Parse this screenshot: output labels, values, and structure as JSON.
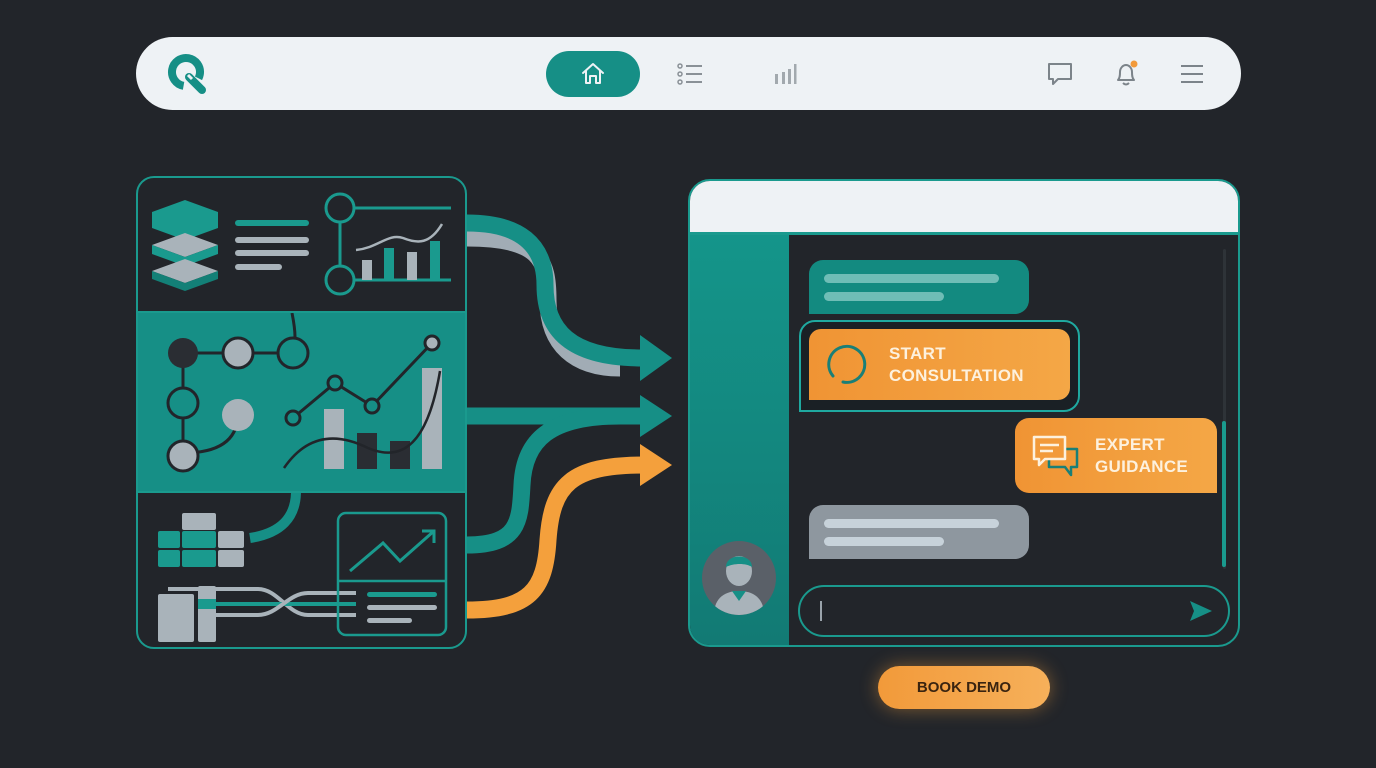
{
  "topbar": {
    "logo": "q-search-logo",
    "nav": [
      {
        "id": "home",
        "icon": "home-icon",
        "active": true
      },
      {
        "id": "list",
        "icon": "list-icon",
        "active": false
      },
      {
        "id": "analytics",
        "icon": "bar-chart-icon",
        "active": false
      }
    ],
    "actions": [
      {
        "id": "messages",
        "icon": "chat-bubble-icon"
      },
      {
        "id": "notifications",
        "icon": "bell-icon",
        "badge": true
      },
      {
        "id": "menu",
        "icon": "hamburger-menu-icon"
      }
    ]
  },
  "chat": {
    "start_consultation": {
      "line1": "START",
      "line2": "CONSULTATION",
      "icon": "spinner-icon"
    },
    "expert_guidance": {
      "line1": "EXPERT",
      "line2": "GUIDANCE",
      "icon": "chat-bubbles-icon"
    },
    "input": {
      "value": "",
      "placeholder": ""
    },
    "send_icon": "send-icon"
  },
  "cta": {
    "book_demo": "BOOK DEMO"
  },
  "colors": {
    "background": "#22252a",
    "teal": "#168f86",
    "orange": "#f4a03c",
    "light": "#eef2f5",
    "gray": "#8e979f"
  }
}
